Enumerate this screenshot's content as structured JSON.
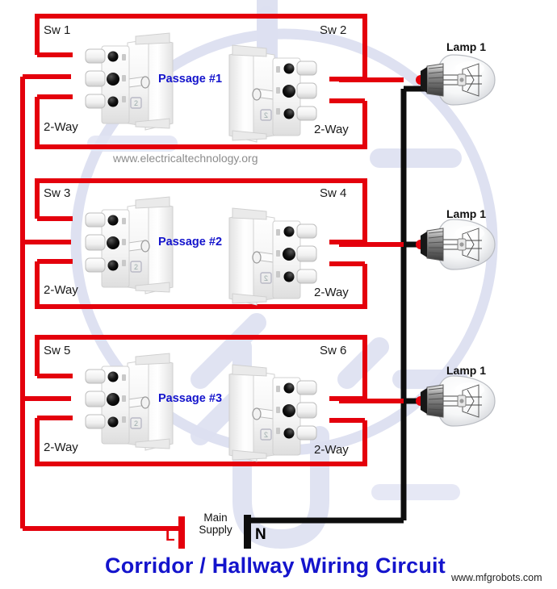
{
  "meta": {
    "title": "Corridor / Hallway Wiring Circuit",
    "credit": "www.mfgrobots.com",
    "source_watermark": "www.electricaltechnology.org"
  },
  "colors": {
    "live_wire": "#e4000c",
    "neutral_wire": "#0d0d0d",
    "title_blue": "#1414cc",
    "passage_blue": "#1414cc",
    "label_black": "#1a1a1a",
    "watermark_gray": "#8c8c8c",
    "logo_lavender": "#d9dcf0",
    "background": "#ffffff"
  },
  "supply": {
    "caption": "Main Supply",
    "live_terminal": "L",
    "neutral_terminal": "N"
  },
  "passages": [
    {
      "label": "Passage #1",
      "left_switch": {
        "name": "Sw 1",
        "type": "2-Way"
      },
      "right_switch": {
        "name": "Sw 2",
        "type": "2-Way"
      },
      "lamp": {
        "label": "Lamp 1"
      }
    },
    {
      "label": "Passage #2",
      "left_switch": {
        "name": "Sw 3",
        "type": "2-Way"
      },
      "right_switch": {
        "name": "Sw 4",
        "type": "2-Way"
      },
      "lamp": {
        "label": "Lamp 1"
      }
    },
    {
      "label": "Passage #3",
      "left_switch": {
        "name": "Sw 5",
        "type": "2-Way"
      },
      "right_switch": {
        "name": "Sw 6",
        "type": "2-Way"
      },
      "lamp": {
        "label": "Lamp 1"
      }
    }
  ]
}
